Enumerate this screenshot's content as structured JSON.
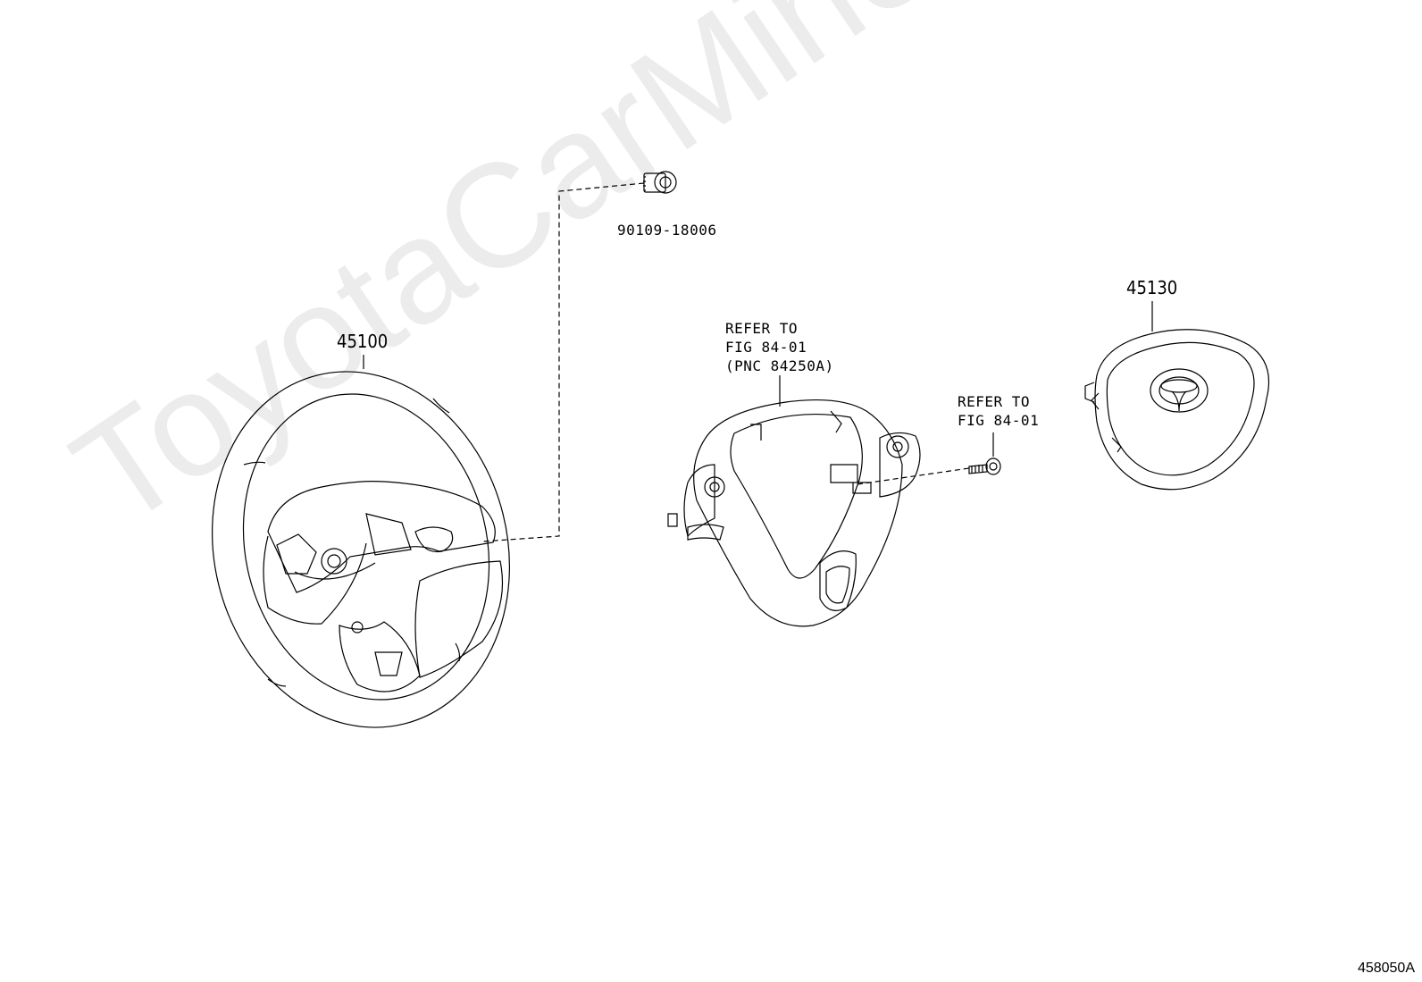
{
  "watermark": "ToyotaCarMine.ru",
  "parts": {
    "steering_wheel": "45100",
    "screw": "90109-18006",
    "airbag": "45130",
    "cover_ref": "REFER TO\nFIG 84-01\n(PNC 84250A)",
    "bolt_ref": "REFER TO\nFIG 84-01"
  },
  "figure_id": "458050A"
}
